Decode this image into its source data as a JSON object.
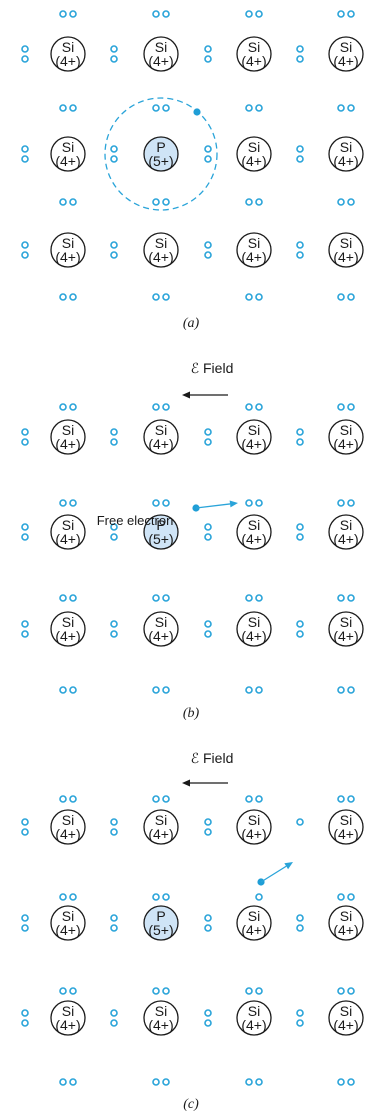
{
  "colors": {
    "electron": "#2aa4d9",
    "dopant_fill": "#cfe4f6",
    "ink": "#1a1a1a"
  },
  "atoms": {
    "si": {
      "symbol": "Si",
      "charge": "(4+)"
    },
    "p": {
      "symbol": "P",
      "charge": "(5+)"
    }
  },
  "panels": [
    {
      "id": "a",
      "caption": "(a)",
      "field_label": null,
      "annotation": null
    },
    {
      "id": "b",
      "caption": "(b)",
      "field_label": "ℰ Field",
      "annotation": "Free electron"
    },
    {
      "id": "c",
      "caption": "(c)",
      "field_label": "ℰ Field",
      "annotation": null
    }
  ]
}
